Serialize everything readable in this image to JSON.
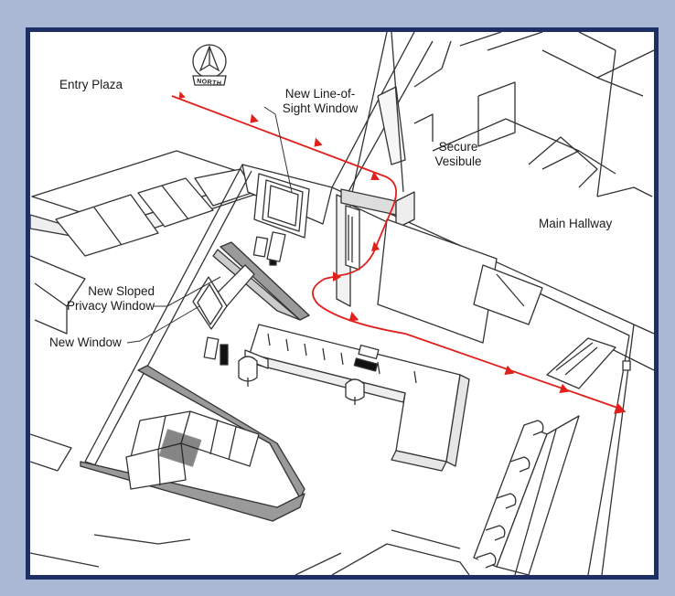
{
  "labels": {
    "entry_plaza": "Entry Plaza",
    "north": "NORTH",
    "line_of_sight_1": "New Line-of-",
    "line_of_sight_2": "Sight Window",
    "secure_1": "Secure",
    "secure_2": "Vesibule",
    "main_hallway": "Main Hallway",
    "sloped_1": "New Sloped",
    "sloped_2": "Privacy Window",
    "new_window": "New Window"
  },
  "colors": {
    "frame": "#1e2f66",
    "background": "#aab8d6",
    "path": "#e0201c",
    "line": "#333333",
    "wall_fill": "#9a9a9a"
  },
  "icons": {
    "compass": "north-arrow-icon",
    "path_arrow": "arrow-right-icon"
  }
}
